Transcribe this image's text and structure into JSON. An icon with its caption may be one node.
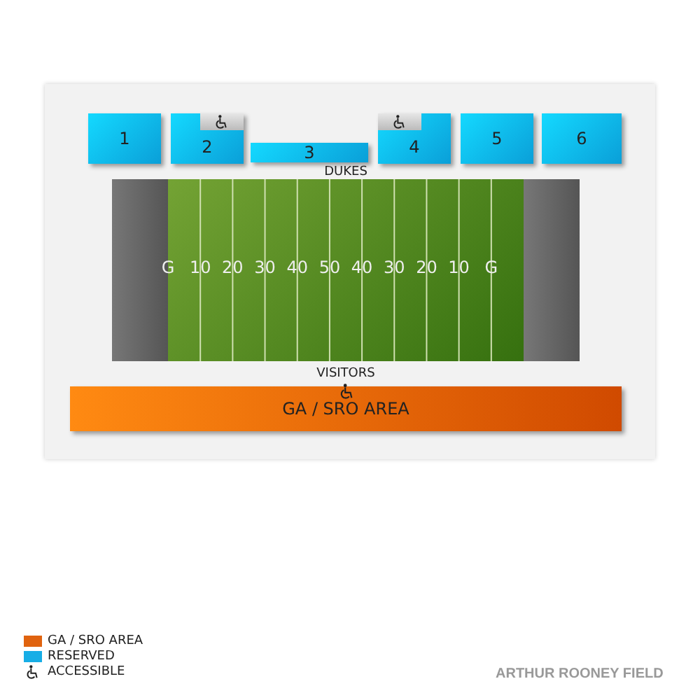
{
  "diagram": {
    "caption": "ARTHUR ROONEY FIELD",
    "nodes": [
      {
        "text": [
          "1"
        ]
      },
      {
        "text": [
          "2"
        ]
      },
      {
        "text": [
          "3"
        ]
      },
      {
        "text": [
          "4"
        ]
      },
      {
        "text": [
          "5"
        ]
      },
      {
        "text": [
          "6"
        ]
      },
      {
        "text": [
          "GA / SRO AREA"
        ]
      }
    ],
    "edges": [],
    "labels": [
      "DUKES",
      "G",
      "10",
      "20",
      "30",
      "40",
      "50",
      "40",
      "30",
      "20",
      "10",
      "G",
      "VISITORS"
    ],
    "legend": [
      {
        "text": "GA / SRO AREA",
        "color": "#e0630f"
      },
      {
        "text": "RESERVED",
        "color": "#17aee6"
      },
      {
        "text": "ACCESSIBLE"
      }
    ]
  }
}
